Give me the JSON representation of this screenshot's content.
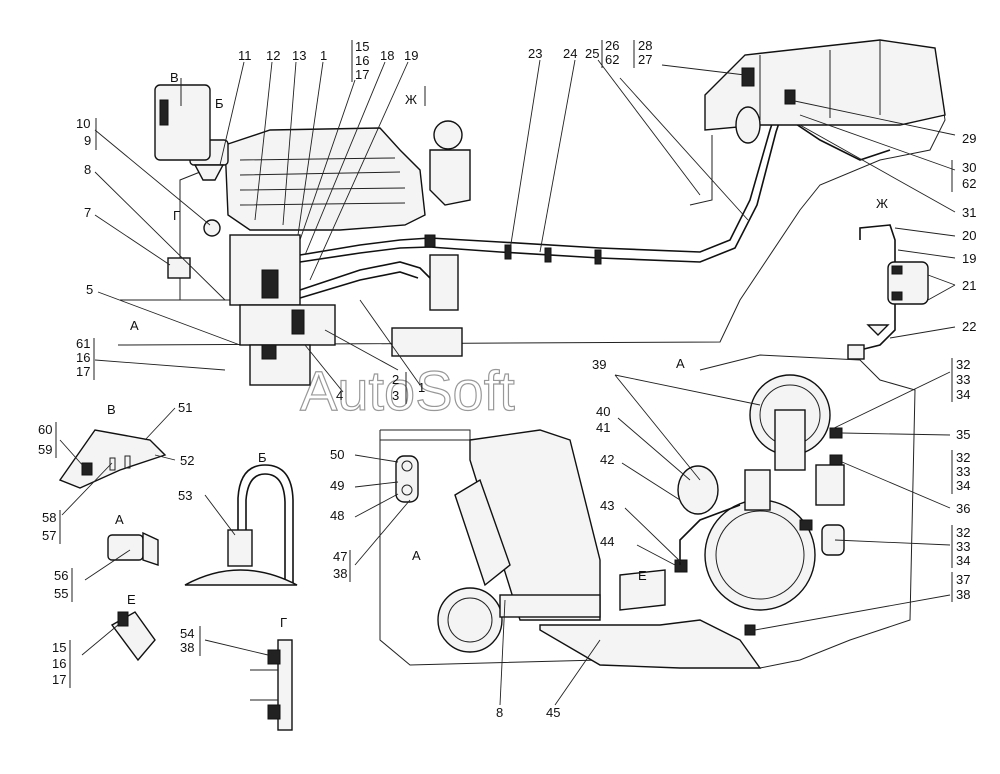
{
  "watermark": "AutoSoft",
  "view_letters": {
    "v_top": "В",
    "b_top": "Б",
    "zh_top": "Ж",
    "g_mid": "Г",
    "a_mid": "А",
    "zh_right": "Ж",
    "a_right": "А",
    "v_left": "В",
    "b_bottom": "Б",
    "a_left": "А",
    "e_left": "Е",
    "g_bottom": "Г",
    "a_low": "А",
    "e_low": "Е"
  },
  "callouts": {
    "c11": "11",
    "c12": "12",
    "c13": "13",
    "c1": "1",
    "c15": "15",
    "c16a": "16",
    "c17a": "17",
    "c18": "18",
    "c19a": "19",
    "c23": "23",
    "c24": "24",
    "c25": "25",
    "c26": "26",
    "c62a": "62",
    "c28": "28",
    "c27": "27",
    "c10": "10",
    "c9": "9",
    "c8": "8",
    "c7": "7",
    "c5": "5",
    "c61": "61",
    "c16b": "16",
    "c17b": "17",
    "c2": "2",
    "c3": "3",
    "c4": "4",
    "c1b": "1",
    "c29": "29",
    "c30": "30",
    "c62b": "62",
    "c31": "31",
    "c20": "20",
    "c19b": "19",
    "c21": "21",
    "c22": "22",
    "c39": "39",
    "c32a": "32",
    "c33a": "33",
    "c34a": "34",
    "c35": "35",
    "c32b": "32",
    "c33b": "33",
    "c34b": "34",
    "c36": "36",
    "c32c": "32",
    "c33c": "33",
    "c34c": "34",
    "c37": "37",
    "c38a": "38",
    "c40": "40",
    "c41": "41",
    "c42": "42",
    "c43": "43",
    "c44": "44",
    "c50": "50",
    "c49": "49",
    "c48": "48",
    "c47": "47",
    "c38b": "38",
    "c60": "60",
    "c59": "59",
    "c51": "51",
    "c52": "52",
    "c58": "58",
    "c57": "57",
    "c53": "53",
    "c56": "56",
    "c55": "55",
    "c15b": "15",
    "c16c": "16",
    "c17c": "17",
    "c54": "54",
    "c38c": "38",
    "c8b": "8",
    "c45": "45"
  }
}
